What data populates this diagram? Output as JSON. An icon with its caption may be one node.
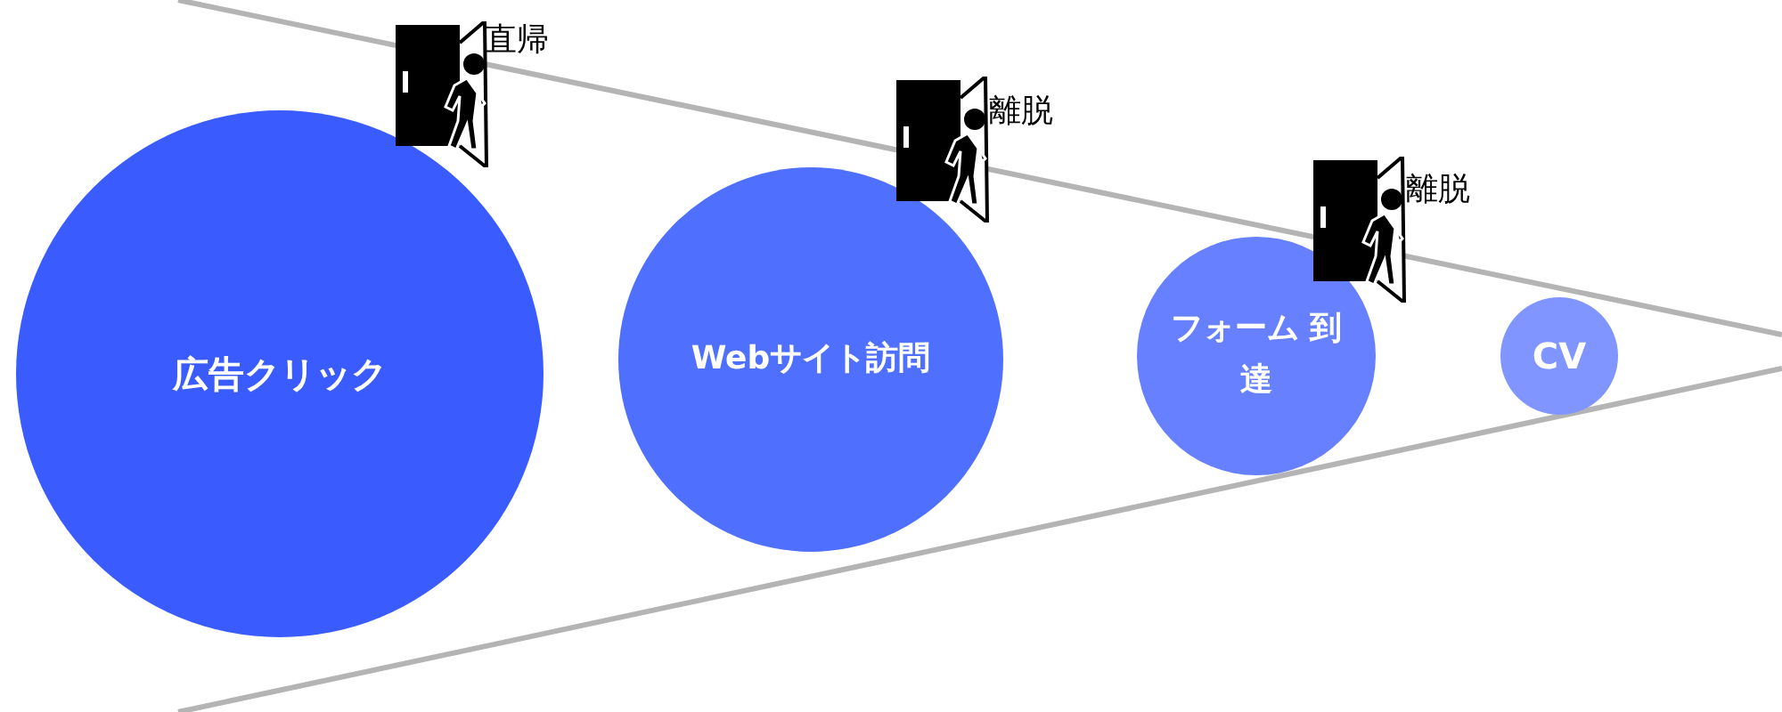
{
  "diagram": {
    "nodes": [
      {
        "text": [
          "広告クリック"
        ]
      },
      {
        "text": [
          "Webサイト訪問"
        ]
      },
      {
        "text": [
          "フォーム 到達"
        ]
      },
      {
        "text": [
          "CV"
        ]
      }
    ],
    "edges": [],
    "labels": [
      "直帰",
      "離脱",
      "離脱"
    ]
  }
}
